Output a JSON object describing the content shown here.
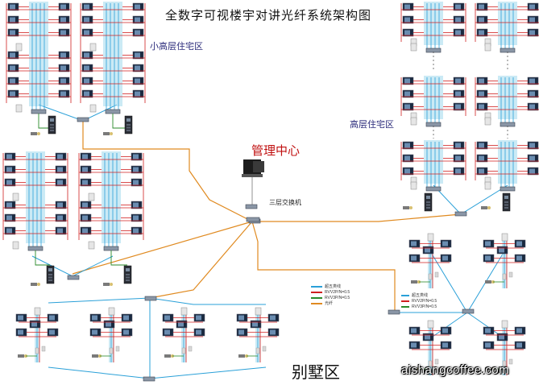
{
  "title": "全数字可视楼宇对讲光纤系统架构图",
  "zones": {
    "low_rise": "小高层住宅区",
    "high_rise": "高层住宅区",
    "villa": "别墅区"
  },
  "management_center": "管理中心",
  "core_switch": "三层交换机",
  "legend": [
    {
      "label": "超五类线",
      "color": "#2aa0d8"
    },
    {
      "label": "RVV2P/N=0.5",
      "color": "#d02020"
    },
    {
      "label": "RVV3P/N=0.5",
      "color": "#2a8a2a"
    },
    {
      "label": "光纤",
      "color": "#e08a20"
    }
  ],
  "legend_small": [
    {
      "label": "超五类线",
      "color": "#2aa0d8"
    },
    {
      "label": "RVV2P/N=0.5",
      "color": "#d02020"
    },
    {
      "label": "RVV3P/N=0.5",
      "color": "#2a8a2a"
    }
  ],
  "watermark": "aishangcoffee.com",
  "colors": {
    "fiber": "#e08a20",
    "cat5": "#2aa0d8",
    "rvv2": "#d02020",
    "rvv3": "#2a8a2a",
    "monitor": "#1a2a40"
  }
}
